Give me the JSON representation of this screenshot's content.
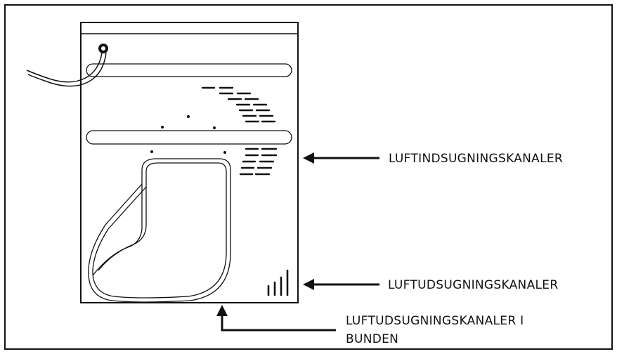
{
  "labels": {
    "intake": "LUFTINDSUGNINGSKANALER",
    "exhaust": "LUFTUDSUGNINGSKANALER",
    "bottom_line1": "LUFTUDSUGNINGSKANALER I",
    "bottom_line2": "BUNDEN"
  },
  "colors": {
    "line": "#111111",
    "background": "#ffffff"
  }
}
